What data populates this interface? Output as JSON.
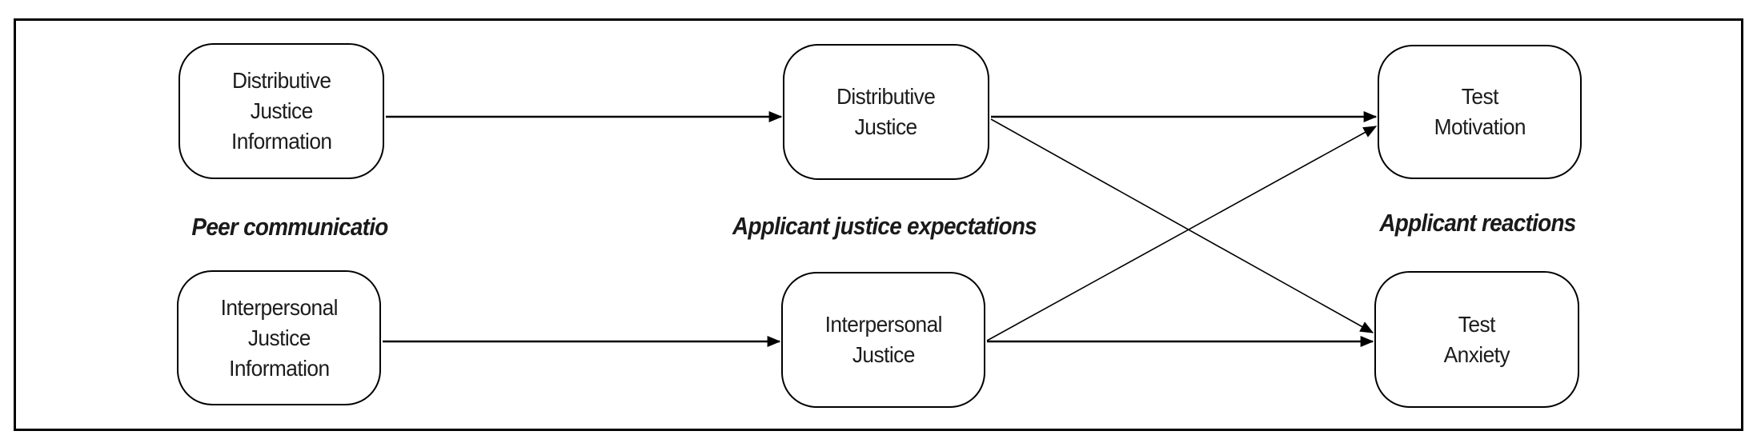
{
  "figure": {
    "background_color": "#ffffff",
    "line_color": "#000000",
    "text_color": "#1c1c1c"
  },
  "section_labels": {
    "peer_communication": "Peer communicatio",
    "applicant_justice_expectations": "Applicant justice expectations",
    "applicant_reactions": "Applicant reactions"
  },
  "nodes": {
    "distributive_justice_information": {
      "lines": [
        "Distributive",
        "Justice",
        "Information"
      ]
    },
    "interpersonal_justice_information": {
      "lines": [
        "Interpersonal",
        "Justice",
        "Information"
      ]
    },
    "distributive_justice": {
      "lines": [
        "Distributive",
        "Justice"
      ]
    },
    "interpersonal_justice": {
      "lines": [
        "Interpersonal",
        "Justice"
      ]
    },
    "test_motivation": {
      "lines": [
        "Test",
        "Motivation"
      ]
    },
    "test_anxiety": {
      "lines": [
        "Test",
        "Anxiety"
      ]
    }
  },
  "edges": [
    {
      "from": "distributive_justice_information",
      "to": "distributive_justice"
    },
    {
      "from": "interpersonal_justice_information",
      "to": "interpersonal_justice"
    },
    {
      "from": "distributive_justice",
      "to": "test_motivation"
    },
    {
      "from": "distributive_justice",
      "to": "test_anxiety"
    },
    {
      "from": "interpersonal_justice",
      "to": "test_motivation"
    },
    {
      "from": "interpersonal_justice",
      "to": "test_anxiety"
    }
  ]
}
